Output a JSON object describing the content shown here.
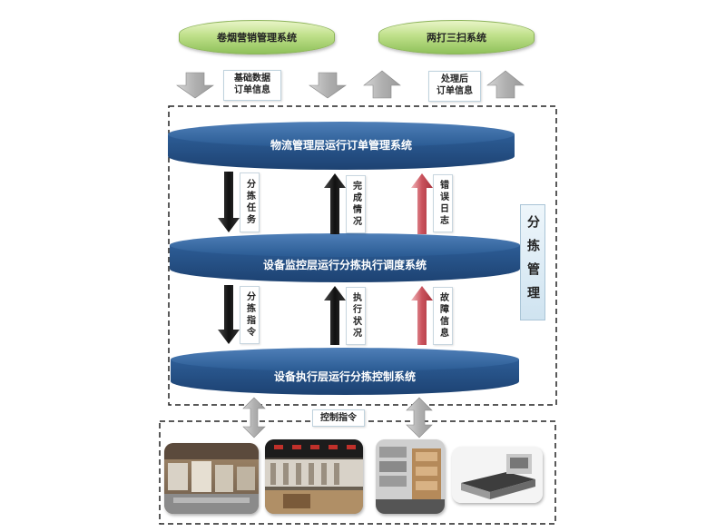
{
  "top_systems": {
    "left": "卷烟营销管理系统",
    "right": "两打三扫系统"
  },
  "top_labels": {
    "basic_data": "基础数据\n订单信息",
    "processed_orders": "处理后\n订单信息"
  },
  "layers": {
    "logistics": "物流管理层运行订单管理系统",
    "monitor": "设备监控层运行分拣执行调度系统",
    "execution": "设备执行层运行分拣控制系统"
  },
  "flows_upper": {
    "sort_task": "分拣任务",
    "completion": "完成情况",
    "error_log": "错误日志"
  },
  "flows_lower": {
    "sort_command": "分拣指令",
    "exec_status": "执行状况",
    "fault_info": "故障信息"
  },
  "side_label": "分拣管理",
  "control_label": "控制指令",
  "colors": {
    "layer_blue": "#2f5f96",
    "ext_green": "#a8d170",
    "down_arrow": "#1a1a1a",
    "up_arrow_dark": "#222222",
    "up_arrow_red": "#c8505a",
    "gray_arrow": "#b5b5b5"
  }
}
